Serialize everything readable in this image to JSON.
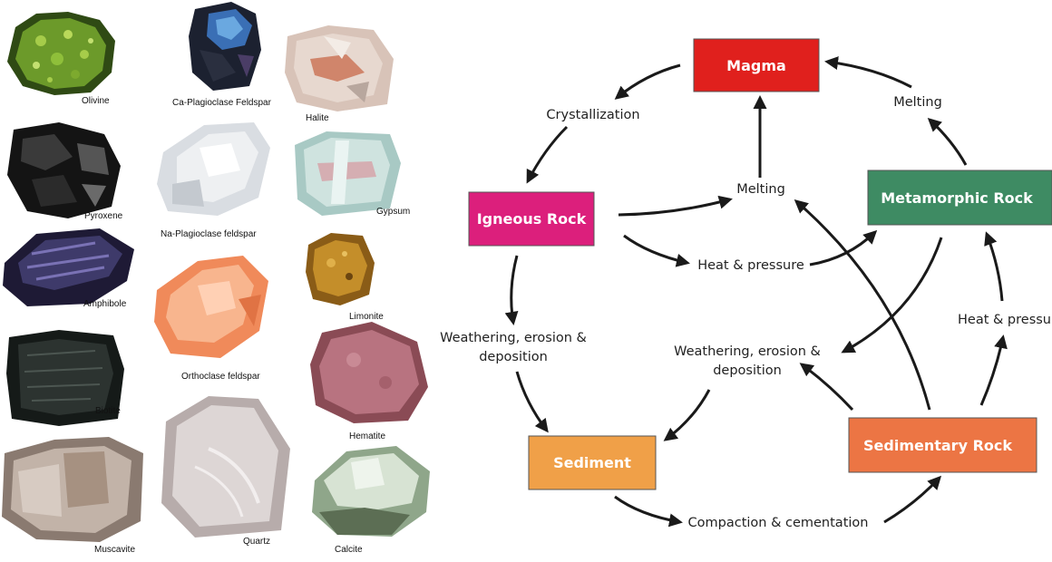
{
  "minerals": [
    {
      "name": "Olivine"
    },
    {
      "name": "Ca-Plagioclase Feldspar"
    },
    {
      "name": "Halite"
    },
    {
      "name": "Pyroxene"
    },
    {
      "name": "Na-Plagioclase feldspar"
    },
    {
      "name": "Gypsum"
    },
    {
      "name": "Amphibole"
    },
    {
      "name": "Orthoclase feldspar"
    },
    {
      "name": "Limonite"
    },
    {
      "name": "Biotite"
    },
    {
      "name": "Hematite"
    },
    {
      "name": "Muscavite"
    },
    {
      "name": "Quartz"
    },
    {
      "name": "Calcite"
    }
  ],
  "cycle": {
    "nodes": {
      "magma": {
        "label": "Magma",
        "color": "#e0201d"
      },
      "igneous": {
        "label": "Igneous Rock",
        "color": "#dc1f7c"
      },
      "metamorphic": {
        "label": "Metamorphic Rock",
        "color": "#3e8b63"
      },
      "sediment": {
        "label": "Sediment",
        "color": "#f0a048"
      },
      "sedimentary": {
        "label": "Sedimentary Rock",
        "color": "#ec7544"
      }
    },
    "processes": {
      "crystallization": "Crystallization",
      "melting_right": "Melting",
      "melting_center": "Melting",
      "heat_pressure_center": "Heat & pressure",
      "heat_pressure_right": "Heat & pressure",
      "weathering_left_1": "Weathering, erosion &",
      "weathering_left_2": "deposition",
      "weathering_right_1": "Weathering, erosion &",
      "weathering_right_2": "deposition",
      "compaction": "Compaction & cementation"
    },
    "arrow_color": "#1a1a1a"
  }
}
